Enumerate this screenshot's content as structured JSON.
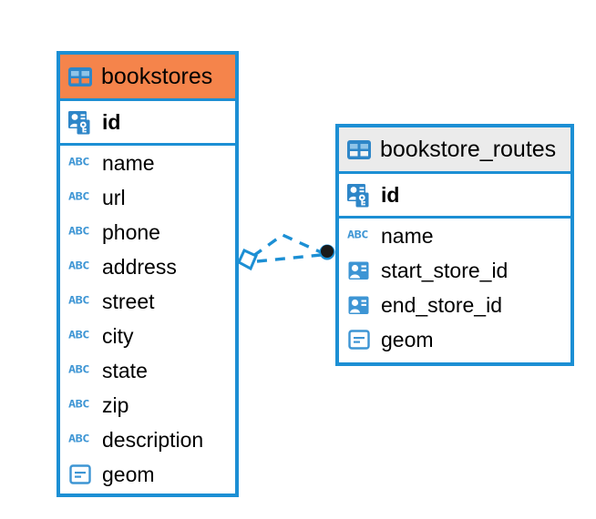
{
  "diagram": {
    "type": "entity-relationship-diagram",
    "background": "#ffffff",
    "accent_blue": "#1c8fd4",
    "accent_orange": "#f5844b",
    "accent_grey": "#ebebeb",
    "icon_blue": "#3d95d4"
  },
  "entities": [
    {
      "name": "bookstores",
      "header_icon": "table-icon",
      "header_color": "#f5844b",
      "primary_key": {
        "label": "id",
        "icon": "primary-key-icon"
      },
      "fields": [
        {
          "label": "name",
          "icon": "abc-text-icon"
        },
        {
          "label": "url",
          "icon": "abc-text-icon"
        },
        {
          "label": "phone",
          "icon": "abc-text-icon"
        },
        {
          "label": "address",
          "icon": "abc-text-icon"
        },
        {
          "label": "street",
          "icon": "abc-text-icon"
        },
        {
          "label": "city",
          "icon": "abc-text-icon"
        },
        {
          "label": "state",
          "icon": "abc-text-icon"
        },
        {
          "label": "zip",
          "icon": "abc-text-icon"
        },
        {
          "label": "description",
          "icon": "abc-text-icon"
        },
        {
          "label": "geom",
          "icon": "geometry-icon"
        }
      ]
    },
    {
      "name": "bookstore_routes",
      "header_icon": "table-icon",
      "header_color": "#ebebeb",
      "primary_key": {
        "label": "id",
        "icon": "primary-key-icon"
      },
      "fields": [
        {
          "label": "name",
          "icon": "abc-text-icon"
        },
        {
          "label": "start_store_id",
          "icon": "foreign-key-icon"
        },
        {
          "label": "end_store_id",
          "icon": "foreign-key-icon"
        },
        {
          "label": "geom",
          "icon": "geometry-icon"
        }
      ]
    }
  ],
  "relationship": {
    "name": "bookstores-to-bookstore-routes",
    "style": "dashed",
    "color": "#1c8fd4",
    "source_marker": "open-diamond",
    "target_marker": "filled-circle",
    "cardinality": "one-to-many"
  },
  "icon_text": {
    "abc": "ABC"
  }
}
